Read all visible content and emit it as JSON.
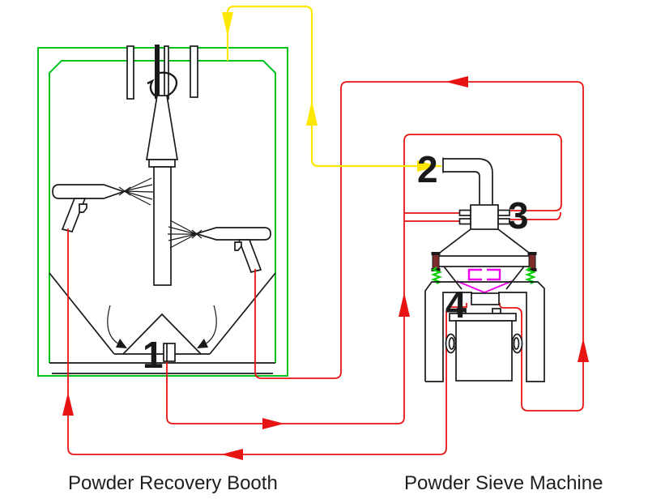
{
  "captions": {
    "booth": "Powder Recovery Booth",
    "sieve": "Powder Sieve Machine"
  },
  "callouts": {
    "n1": "1",
    "n2": "2",
    "n3": "3",
    "n4": "4"
  },
  "colors": {
    "line_red": "#e81414",
    "line_yellow": "#ffe800",
    "booth_green": "#00c41d",
    "spring_green": "#0ad00a",
    "detail_magenta": "#ee00ee",
    "clamp_maroon": "#7d2b2b",
    "ink": "#1a1a1a"
  }
}
